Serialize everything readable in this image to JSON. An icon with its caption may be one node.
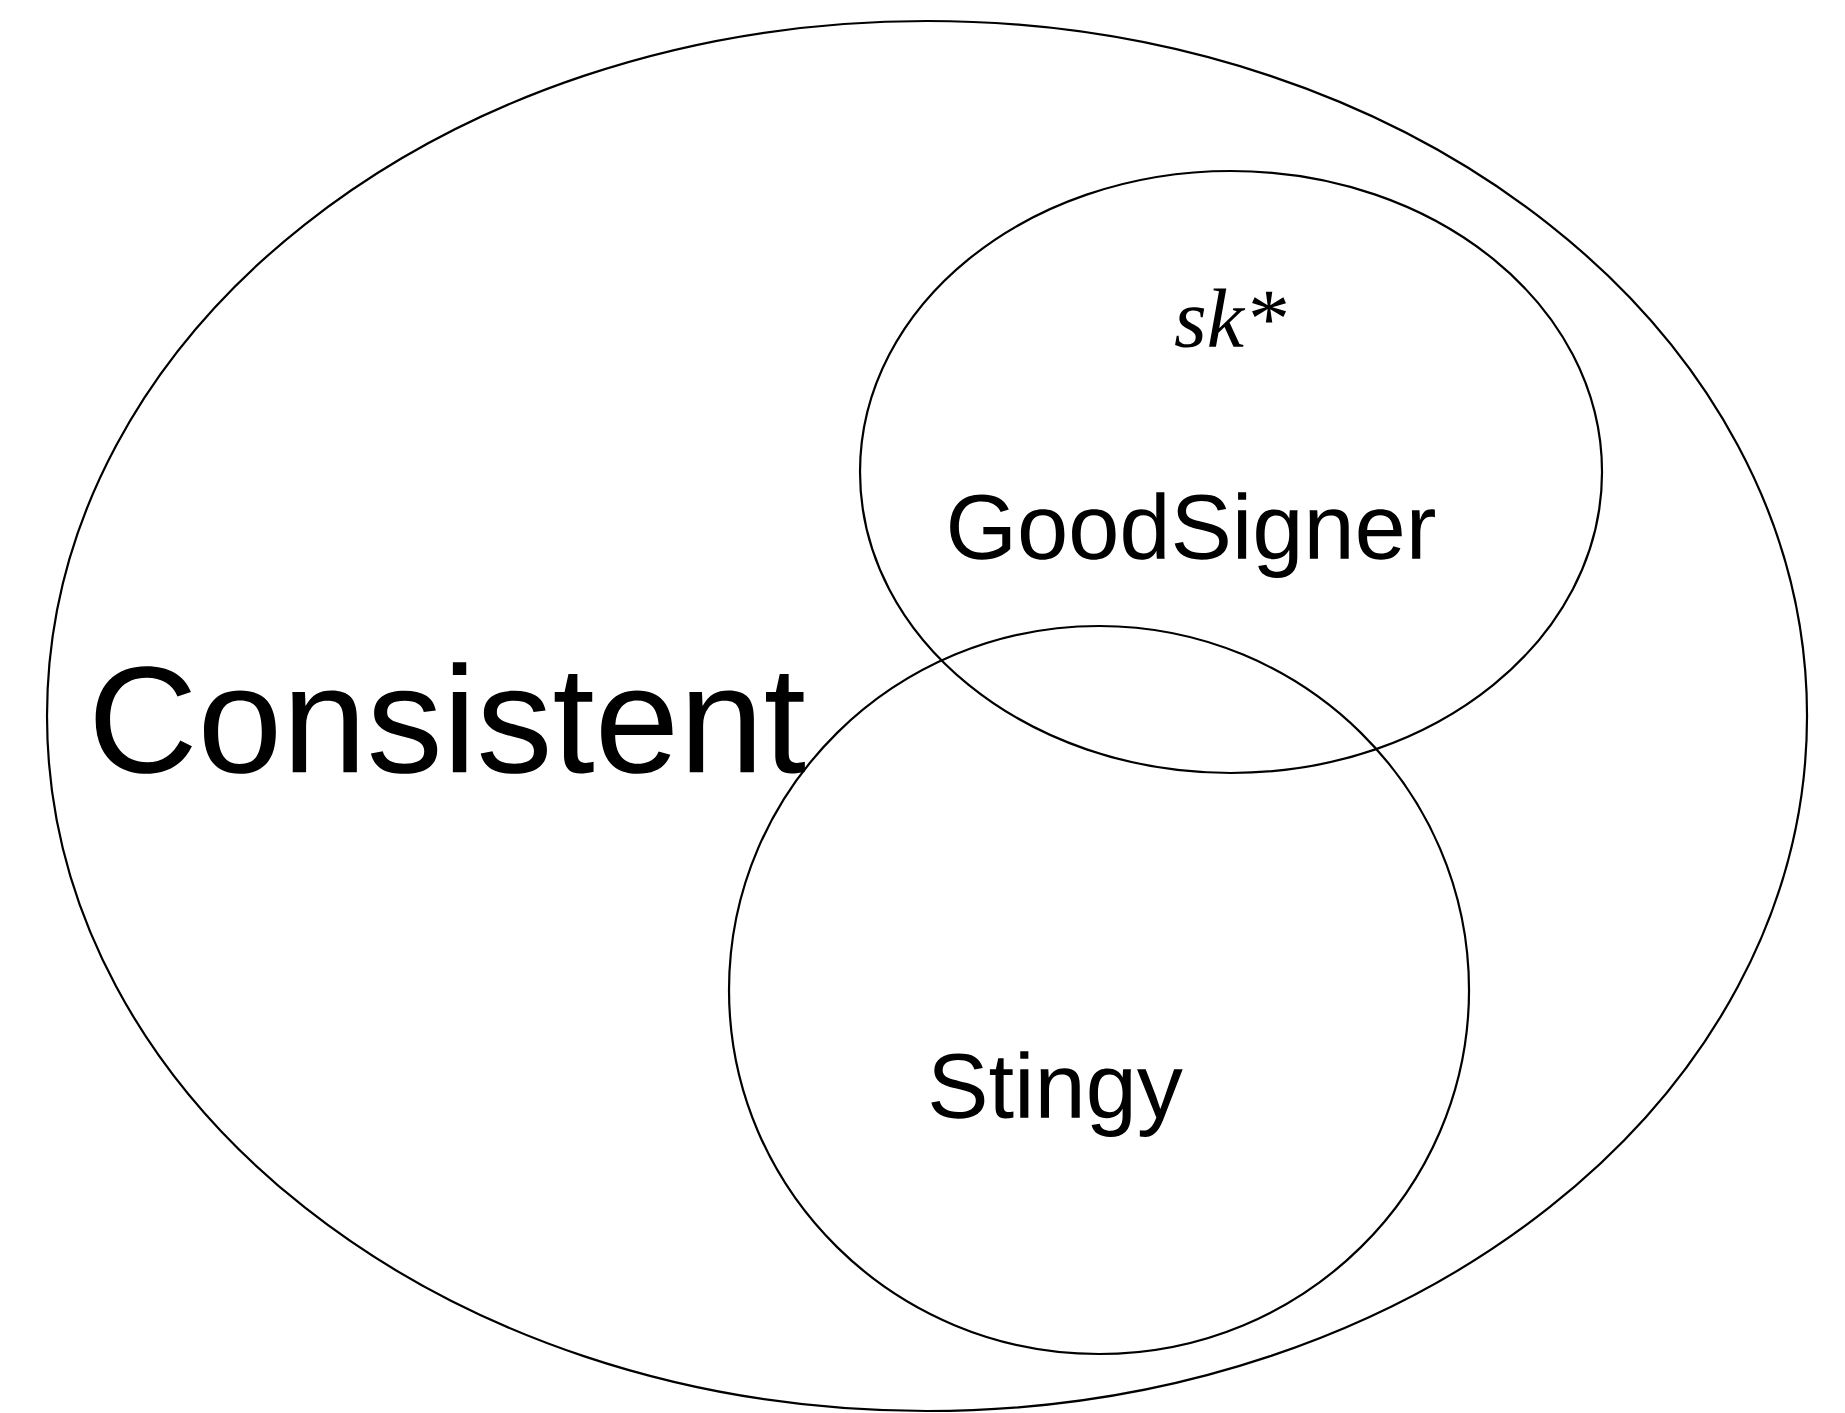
{
  "diagram": {
    "nodes": [
      {
        "text": [
          "Consistent"
        ]
      },
      {
        "text": [
          "sk*",
          "GoodSigner"
        ],
        "in": 0
      },
      {
        "text": [
          "Stingy"
        ],
        "in": 0
      }
    ]
  }
}
